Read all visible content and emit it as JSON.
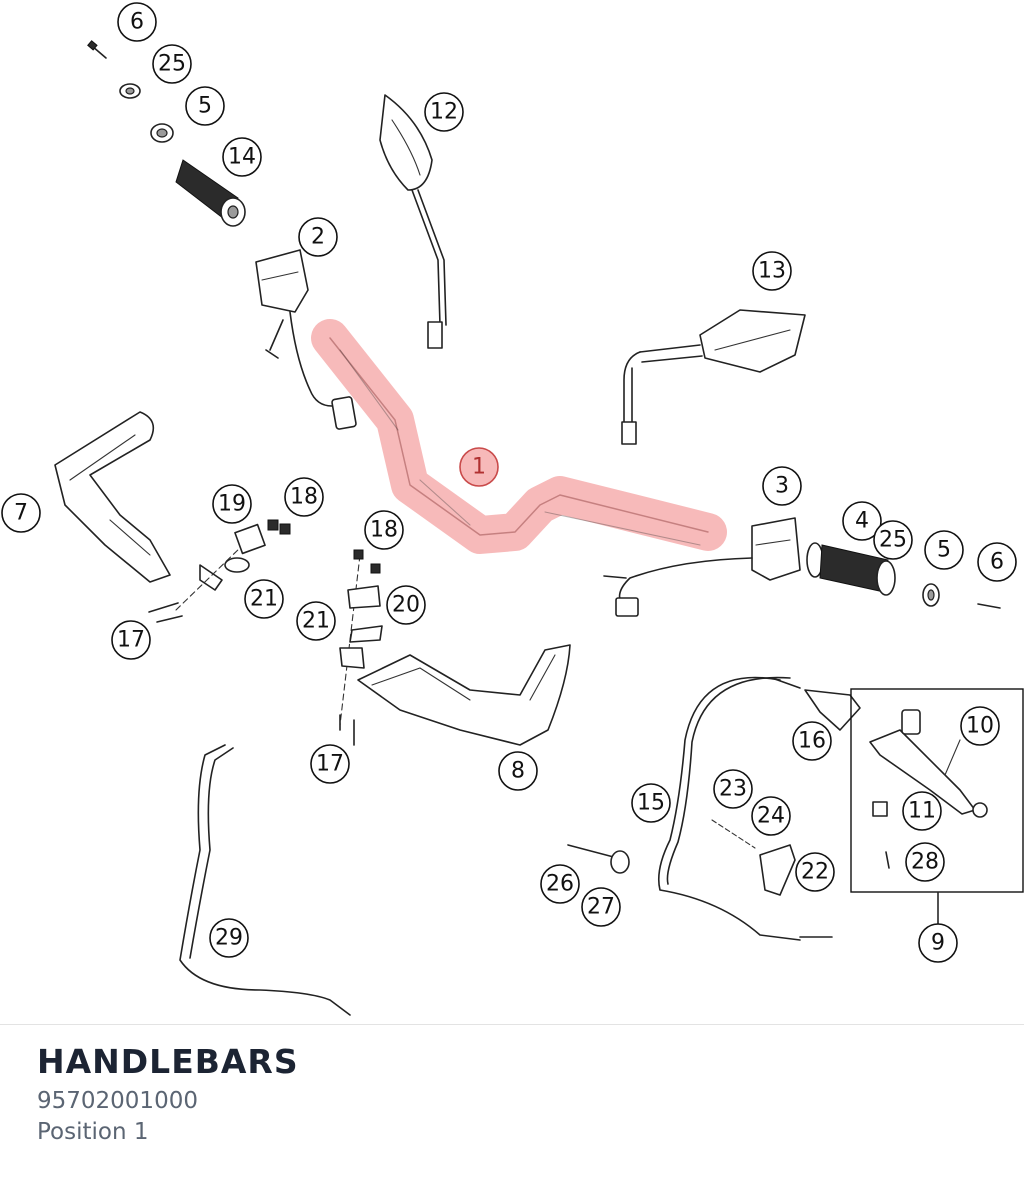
{
  "header": {
    "title": "HANDLEBARS",
    "part_number": "95702001000",
    "position": "Position 1"
  },
  "highlight": {
    "selected_callout": "1",
    "color": "#f4a3a3"
  },
  "callouts": {
    "c1": "1",
    "c2": "2",
    "c3": "3",
    "c4": "4",
    "c5a": "5",
    "c5b": "5",
    "c6a": "6",
    "c6b": "6",
    "c7": "7",
    "c8": "8",
    "c9": "9",
    "c10": "10",
    "c11": "11",
    "c12": "12",
    "c13": "13",
    "c14": "14",
    "c15": "15",
    "c16": "16",
    "c17a": "17",
    "c17b": "17",
    "c18a": "18",
    "c18b": "18",
    "c19": "19",
    "c20": "20",
    "c21a": "21",
    "c21b": "21",
    "c22": "22",
    "c23": "23",
    "c24": "24",
    "c25a": "25",
    "c25b": "25",
    "c26": "26",
    "c27": "27",
    "c28": "28",
    "c29": "29"
  }
}
